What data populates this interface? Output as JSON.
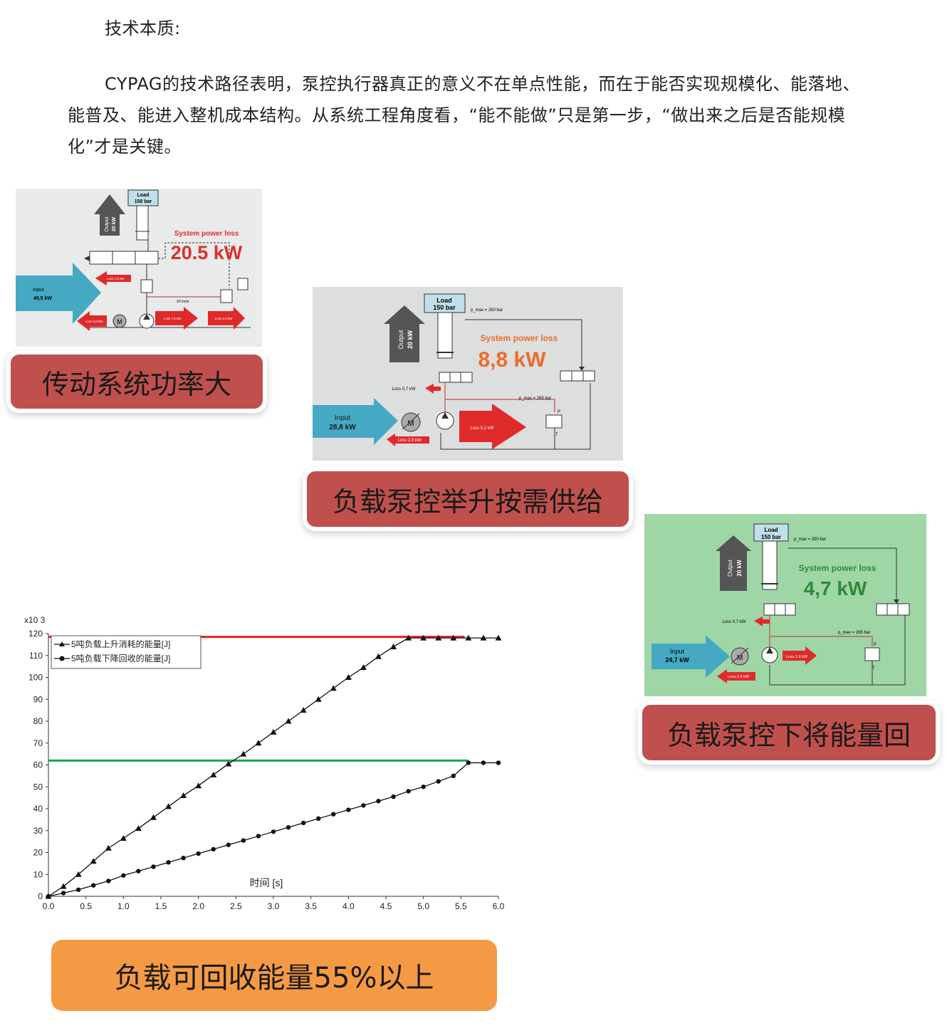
{
  "heading": "技术本质:",
  "paragraph": "CYPAG的技术路径表明，泵控执行器真正的意义不在单点性能，而在于能否实现规模化、能落地、能普及、能进入整机成本结构。从系统工程角度看，“能不能做”只是第一步，“做出来之后是否能规模化”才是关键。",
  "diagram1": {
    "load_title": "Load",
    "load_value": "150 bar",
    "output_label": "Output",
    "output_value": "20 kW",
    "loss_title": "System power loss",
    "loss_value": "20.5 kW",
    "input_label": "Input",
    "input_value": "40,5 kW",
    "flow_label": "20 l/min",
    "motor": "M",
    "losses": [
      "Loss 3,3 kW",
      "Loss 4,8 kW",
      "Loss 7,3 kW",
      "Loss 5,6 kW"
    ]
  },
  "banner1": "传动系统功率大",
  "diagram2": {
    "load_title": "Load",
    "load_value": "150 bar",
    "pmax1": "p_max = 250 bar",
    "output_label": "Output",
    "output_value": "20 kW",
    "loss_title": "System power loss",
    "loss_value": "8,8 kW",
    "pmax2": "p_max = 265 bar",
    "input_label": "Input",
    "input_value": "28,8 kW",
    "motor": "M",
    "port_p": "P",
    "port_t": "T",
    "losses": [
      "Loss 0,7 kW",
      "Loss 5,2 kW",
      "Loss 2,9 kW"
    ]
  },
  "banner2": "负载泵控举升按需供给",
  "diagram3": {
    "load_title": "Load",
    "load_value": "150 bar",
    "pmax1": "p_max = 250 bar",
    "output_label": "Output",
    "output_value": "20 kW",
    "loss_title": "System power loss",
    "loss_value": "4,7 kW",
    "pmax2": "p_max = 265 bar",
    "input_label": "Input",
    "input_value": "24,7 kW",
    "motor": "M",
    "port_p": "P",
    "port_t": "T",
    "losses": [
      "Loss 0,7 kW",
      "Loss 1,6 kW",
      "Loss 2,4 kW"
    ]
  },
  "banner3": "负载泵控下将能量回",
  "chart_data": {
    "type": "line",
    "title": "",
    "xlabel": "时间 [s]",
    "ylabel": "",
    "y_multiplier": "x10 3",
    "xlim": [
      0,
      6
    ],
    "ylim": [
      0,
      120
    ],
    "x_ticks": [
      "0.0",
      "0.5",
      "1.0",
      "1.5",
      "2.0",
      "2.5",
      "3.0",
      "3.5",
      "4.0",
      "4.5",
      "5.0",
      "5.5",
      "6.0"
    ],
    "y_ticks": [
      "0",
      "10",
      "20",
      "30",
      "40",
      "50",
      "60",
      "70",
      "80",
      "90",
      "100",
      "110",
      "120"
    ],
    "series": [
      {
        "name": "5吨负载上升消耗的能量[J]",
        "marker": "triangle",
        "color": "#111111",
        "x": [
          0,
          0.2,
          0.4,
          0.6,
          0.8,
          1.0,
          1.2,
          1.4,
          1.6,
          1.8,
          2.0,
          2.2,
          2.4,
          2.6,
          2.8,
          3.0,
          3.2,
          3.4,
          3.6,
          3.8,
          4.0,
          4.2,
          4.4,
          4.6,
          4.8,
          5.0,
          5.2,
          5.4,
          5.6,
          5.8,
          6.0
        ],
        "y": [
          0,
          4.5,
          10,
          16,
          22,
          26.5,
          31,
          36,
          41,
          46,
          50.5,
          55.5,
          60.5,
          65,
          70,
          75,
          80,
          85,
          90,
          95,
          100,
          104.5,
          109.5,
          114,
          118,
          118,
          118,
          118,
          118,
          118,
          118
        ]
      },
      {
        "name": "5吨负载下降回收的能量[J]",
        "marker": "circle",
        "color": "#111111",
        "x": [
          0,
          0.2,
          0.4,
          0.6,
          0.8,
          1.0,
          1.2,
          1.4,
          1.6,
          1.8,
          2.0,
          2.2,
          2.4,
          2.6,
          2.8,
          3.0,
          3.2,
          3.4,
          3.6,
          3.8,
          4.0,
          4.2,
          4.4,
          4.6,
          4.8,
          5.0,
          5.2,
          5.4,
          5.6,
          5.8,
          6.0
        ],
        "y": [
          0,
          1.5,
          3,
          5,
          7,
          9.5,
          11.5,
          13.5,
          15.5,
          17.5,
          19.5,
          21.5,
          23.5,
          25.5,
          27.5,
          29.5,
          31.5,
          33.5,
          35.5,
          37.5,
          39.5,
          41.5,
          43.5,
          45.5,
          48,
          50,
          52.5,
          55,
          61,
          61,
          61
        ]
      }
    ],
    "reference_lines": [
      {
        "y": 118.5,
        "x_end": 5.55,
        "color": "#e02020"
      },
      {
        "y": 62,
        "x_end": 5.6,
        "color": "#1aa64a"
      }
    ],
    "grid": false,
    "legend": "top-left"
  },
  "banner4": "负载可回收能量55%以上"
}
